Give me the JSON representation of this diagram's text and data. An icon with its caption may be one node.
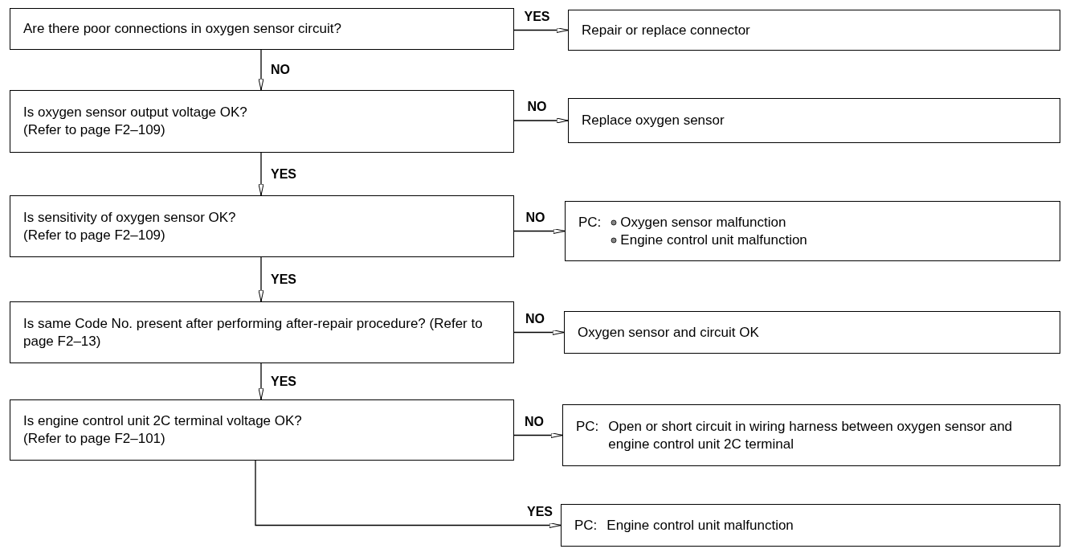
{
  "diagram": {
    "nodes": [
      {
        "text": [
          "Are there poor connections in oxygen sensor circuit?"
        ]
      },
      {
        "text": [
          "Repair or replace connector"
        ]
      },
      {
        "text": [
          "Is oxygen sensor output voltage OK?",
          "(Refer to page F2–109)"
        ]
      },
      {
        "text": [
          "Replace oxygen sensor"
        ]
      },
      {
        "text": [
          "Is sensitivity of oxygen sensor OK?",
          "(Refer to page F2–109)"
        ]
      },
      {
        "text": [
          "PC:",
          "Oxygen sensor malfunction",
          "Engine control unit malfunction"
        ]
      },
      {
        "text": [
          "Is same Code No. present after performing after-repair procedure? (Refer to page F2–13)"
        ]
      },
      {
        "text": [
          "Oxygen sensor and circuit OK"
        ]
      },
      {
        "text": [
          "Is engine control unit 2C terminal voltage OK?",
          "(Refer to page F2–101)"
        ]
      },
      {
        "text": [
          "PC:",
          "Open or short circuit in wiring harness between oxygen sensor and engine control unit 2C terminal"
        ]
      },
      {
        "text": [
          "PC:",
          "Engine control unit malfunction"
        ]
      }
    ],
    "edges": [
      {
        "from": 0,
        "to": 1,
        "arrow": "to",
        "label": "YES"
      },
      {
        "from": 0,
        "to": 2,
        "arrow": "to",
        "label": "NO"
      },
      {
        "from": 2,
        "to": 3,
        "arrow": "to",
        "label": "NO"
      },
      {
        "from": 2,
        "to": 4,
        "arrow": "to",
        "label": "YES"
      },
      {
        "from": 4,
        "to": 5,
        "arrow": "to",
        "label": "NO"
      },
      {
        "from": 4,
        "to": 6,
        "arrow": "to",
        "label": "YES"
      },
      {
        "from": 6,
        "to": 7,
        "arrow": "to",
        "label": "NO"
      },
      {
        "from": 6,
        "to": 8,
        "arrow": "to",
        "label": "YES"
      },
      {
        "from": 8,
        "to": 9,
        "arrow": "to",
        "label": "NO"
      },
      {
        "from": 8,
        "to": 10,
        "arrow": "to",
        "label": "YES"
      }
    ]
  }
}
